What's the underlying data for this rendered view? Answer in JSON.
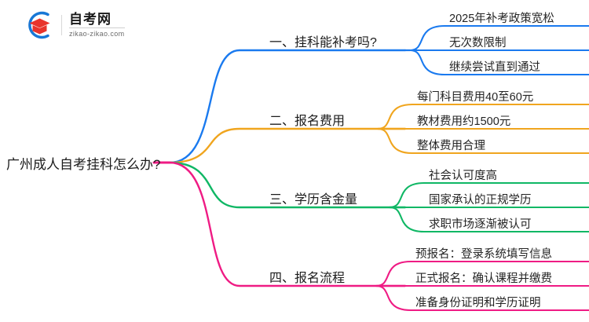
{
  "logo": {
    "title": "自考网",
    "subtitle": "zikao-zikao.com",
    "mark_blue": "#1878d6",
    "mark_red": "#e8342c"
  },
  "mindmap": {
    "root": {
      "label": "广州成人自考挂科怎么办?"
    },
    "branches": [
      {
        "index": "1",
        "label": "一、挂科能补考吗?",
        "color": "#1a7aef",
        "leaves": [
          "2025年补考政策宽松",
          "无次数限制",
          "继续尝试直到通过"
        ]
      },
      {
        "index": "2",
        "label": "二、报名费用",
        "color": "#f0a51e",
        "leaves": [
          "每门科目费用40至60元",
          "教材费用约1500元",
          "整体费用合理"
        ]
      },
      {
        "index": "3",
        "label": "三、学历含金量",
        "color": "#10b765",
        "leaves": [
          "社会认可度高",
          "国家承认的正规学历",
          "求职市场逐渐被认可"
        ]
      },
      {
        "index": "4",
        "label": "四、报名流程",
        "color": "#ef1b84",
        "leaves": [
          "预报名：登录系统填写信息",
          "正式报名：确认课程并缴费",
          "准备身份证明和学历证明"
        ]
      }
    ]
  }
}
